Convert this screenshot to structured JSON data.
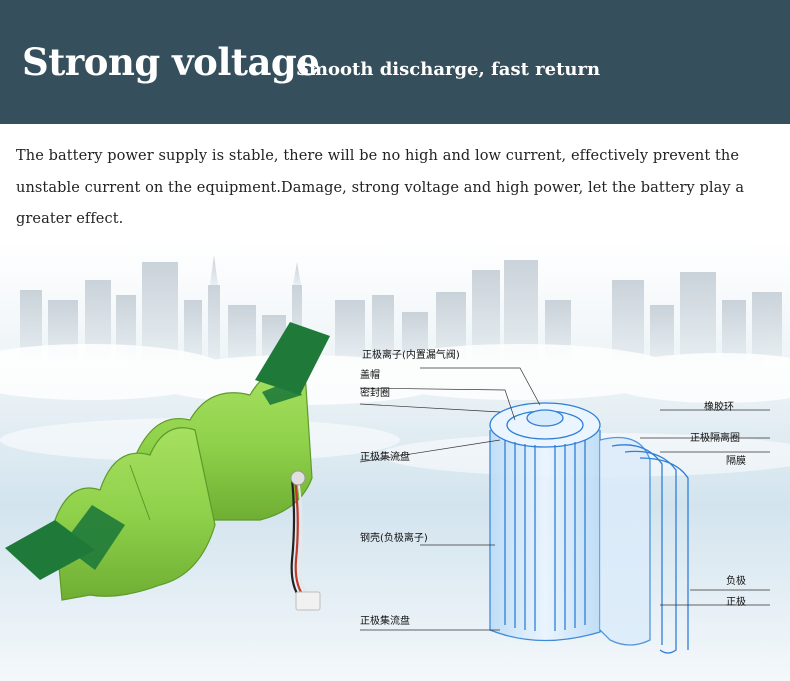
{
  "header": {
    "title": "Strong voltage",
    "subtitle": "Smooth discharge, fast return",
    "background_color": "#354f5c"
  },
  "description": "The battery power supply is stable, there will be no high and low current, effectively prevent the unstable current on the equipment.Damage, strong voltage and high power, let the battery play a greater effect.",
  "diagram": {
    "labels": {
      "positive_ion": "正极离子(内置漏气阀)",
      "cap": "盖帽",
      "seal_ring": "密封圈",
      "rubber_ring": "橡胶环",
      "positive_isolation_ring": "正极隔离圈",
      "separator": "隔膜",
      "positive_collector_top": "正极集流盘",
      "steel_shell": "钢壳(负极离子)",
      "negative_electrode": "负极",
      "positive_electrode": "正极",
      "positive_collector_bottom": "正极集流盘"
    },
    "colors": {
      "battery_green": "#8fd14a",
      "tape_green": "#1f7a3a",
      "cell_blue": "#2f7fd6"
    }
  }
}
